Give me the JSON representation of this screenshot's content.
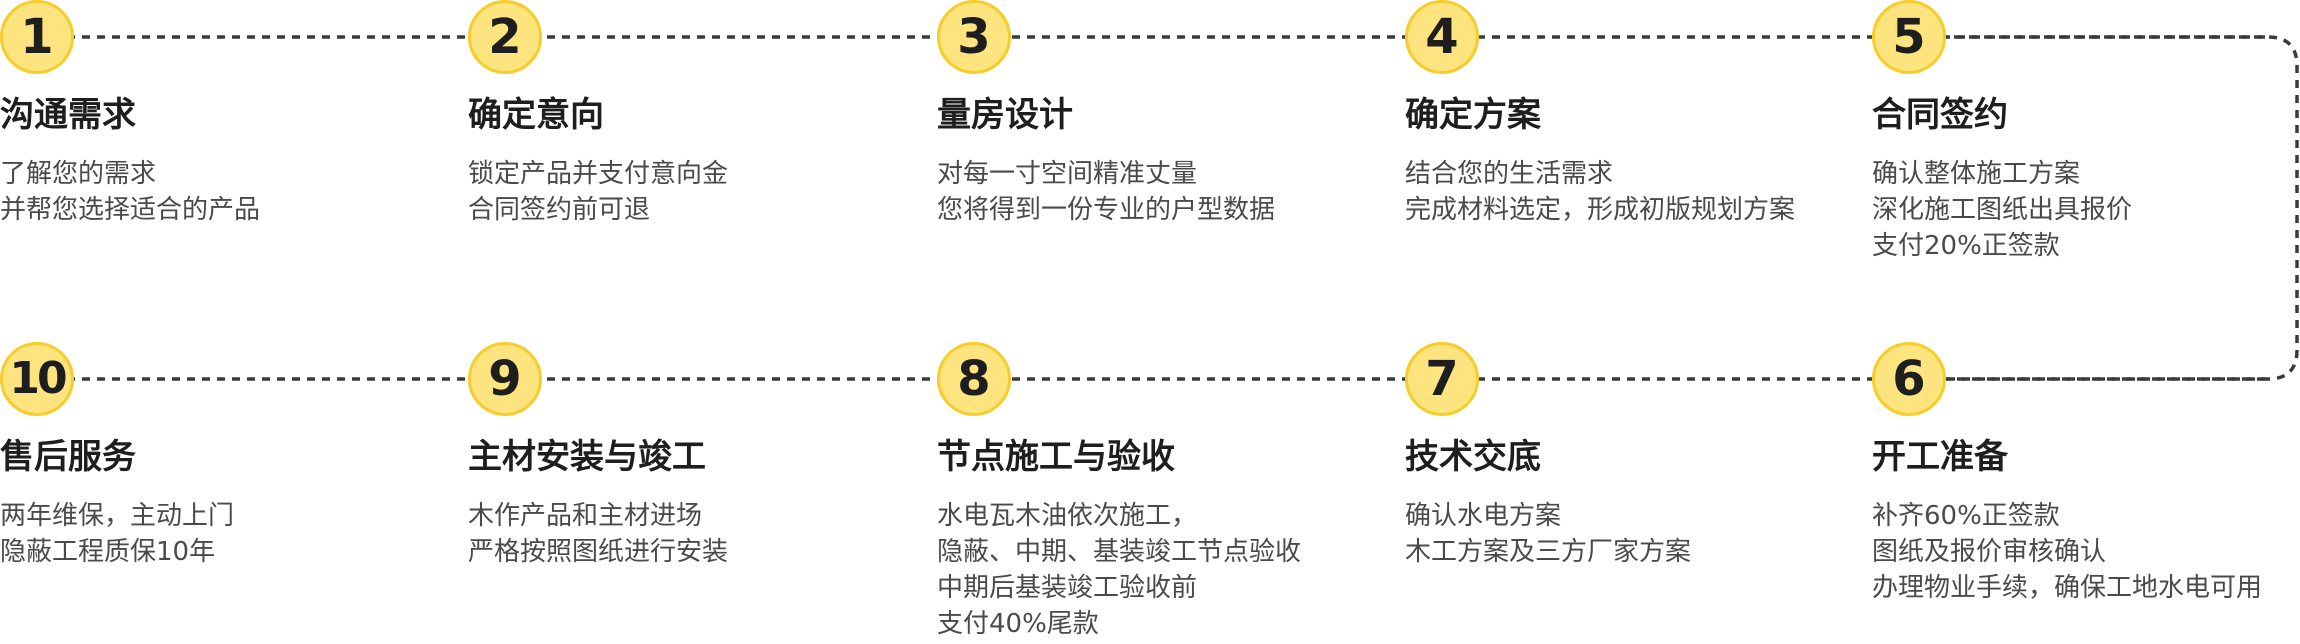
{
  "colors": {
    "badge_fill": "#fde47f",
    "badge_border": "#f6cd2a",
    "connector": "#3a3a3a",
    "title": "#1e1e1e",
    "description": "#4a4a4a"
  },
  "steps": [
    {
      "number": "1",
      "title": "沟通需求",
      "lines": [
        "了解您的需求",
        "并帮您选择适合的产品"
      ]
    },
    {
      "number": "2",
      "title": "确定意向",
      "lines": [
        "锁定产品并支付意向金",
        "合同签约前可退"
      ]
    },
    {
      "number": "3",
      "title": "量房设计",
      "lines": [
        "对每一寸空间精准丈量",
        "您将得到一份专业的户型数据"
      ]
    },
    {
      "number": "4",
      "title": "确定方案",
      "lines": [
        "结合您的生活需求",
        "完成材料选定，形成初版规划方案"
      ]
    },
    {
      "number": "5",
      "title": "合同签约",
      "lines": [
        "确认整体施工方案",
        "深化施工图纸出具报价",
        "支付20%正签款"
      ]
    },
    {
      "number": "6",
      "title": "开工准备",
      "lines": [
        "补齐60%正签款",
        "图纸及报价审核确认",
        "办理物业手续，确保工地水电可用"
      ]
    },
    {
      "number": "7",
      "title": "技术交底",
      "lines": [
        "确认水电方案",
        "木工方案及三方厂家方案"
      ]
    },
    {
      "number": "8",
      "title": "节点施工与验收",
      "lines": [
        "水电瓦木油依次施工，",
        "隐蔽、中期、基装竣工节点验收",
        "中期后基装竣工验收前",
        "支付40%尾款"
      ]
    },
    {
      "number": "9",
      "title": "主材安装与竣工",
      "lines": [
        "木作产品和主材进场",
        "严格按照图纸进行安装"
      ]
    },
    {
      "number": "10",
      "title": "售后服务",
      "lines": [
        "两年维保，主动上门",
        "隐蔽工程质保10年"
      ]
    }
  ]
}
